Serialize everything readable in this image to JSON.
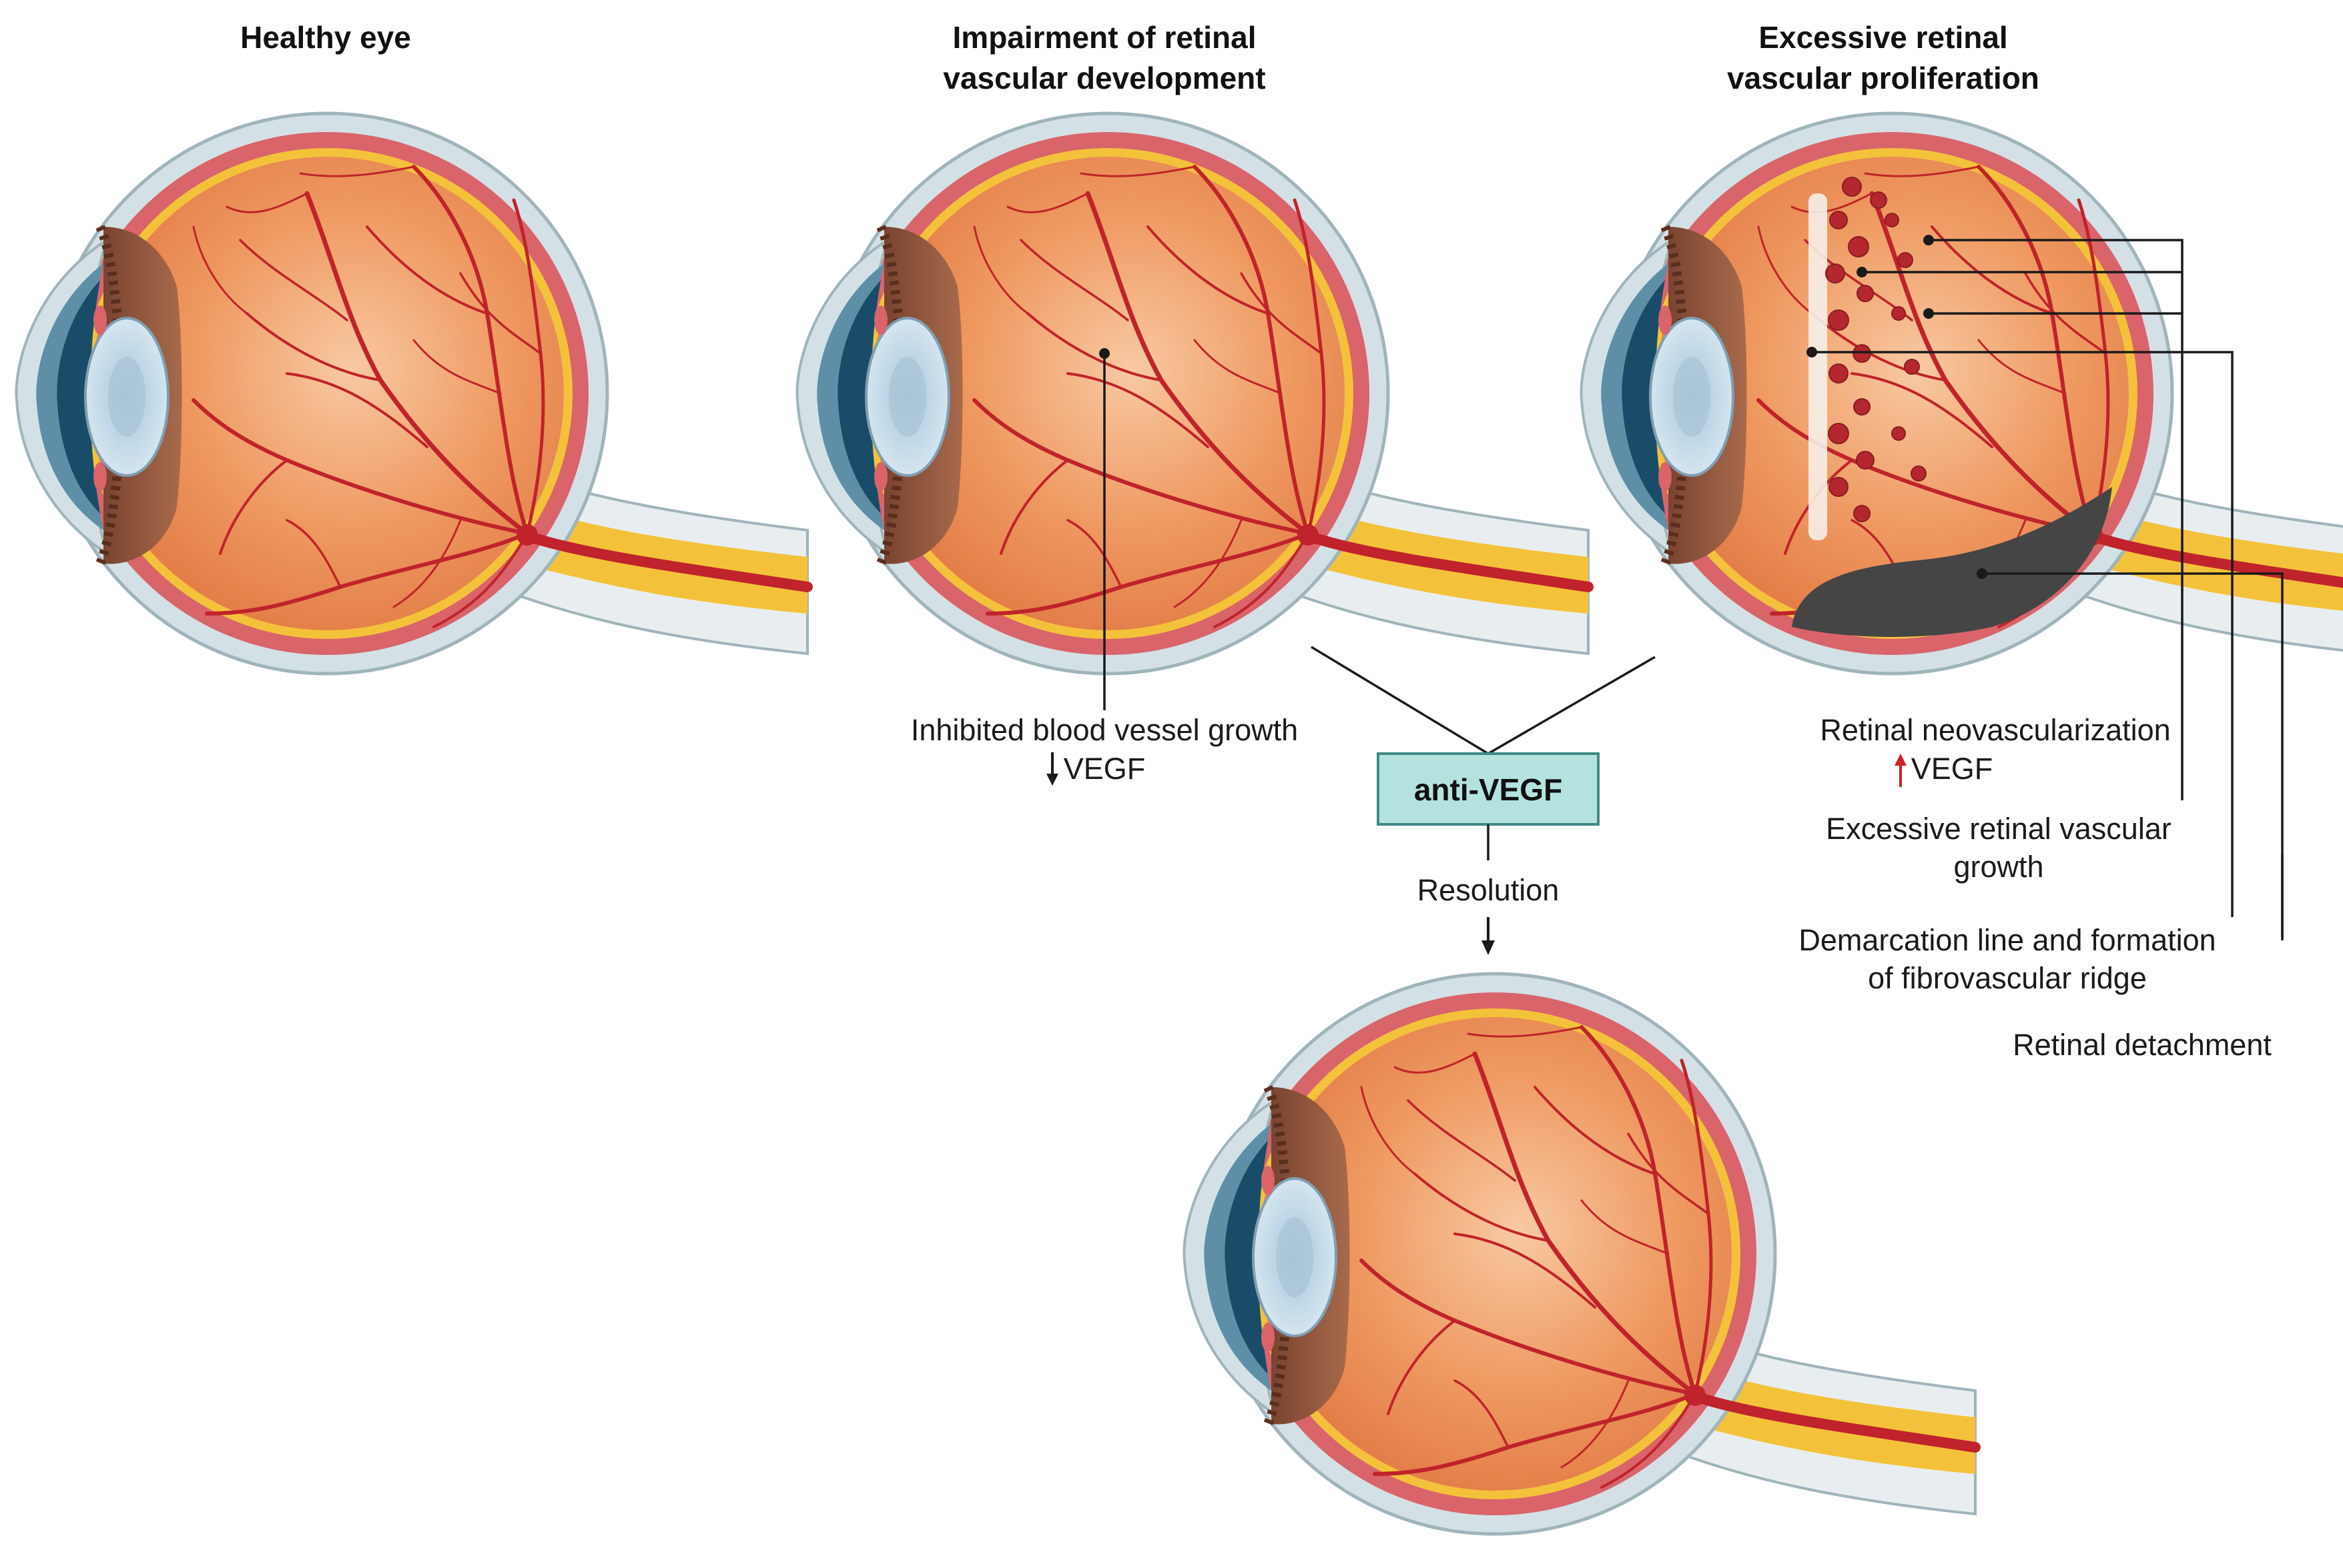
{
  "panels": {
    "healthy": {
      "title": "Healthy eye"
    },
    "impaired": {
      "title_line1": "Impairment of retinal",
      "title_line2": "vascular development"
    },
    "excessive": {
      "title_line1": "Excessive retinal",
      "title_line2": "vascular proliferation"
    }
  },
  "labels": {
    "inhibited": "Inhibited blood vessel growth",
    "vegf_down": "VEGF",
    "anti_vegf": "anti-VEGF",
    "resolution": "Resolution",
    "neovascularization": "Retinal neovascularization",
    "vegf_up": "VEGF",
    "excessive_growth_line1": "Excessive retinal vascular",
    "excessive_growth_line2": "growth",
    "demarcation_line1": "Demarcation line and formation",
    "demarcation_line2": "of fibrovascular ridge",
    "detachment": "Retinal detachment"
  },
  "colors": {
    "sclera_outer": "#c9d9de",
    "choroid": "#d9646a",
    "retina_yellow": "#f4c23a",
    "vitreous": "#ec9258",
    "vessel": "#c0232b",
    "cornea": "#5f8fa6",
    "lens": "#bcd6e5",
    "iris": "#9b5c40",
    "detachment": "#454545",
    "box_fill": "#b4e3df",
    "box_stroke": "#3e8a86",
    "up_arrow": "#d42020"
  },
  "icons": [
    "down-arrow-icon",
    "up-arrow-icon"
  ]
}
